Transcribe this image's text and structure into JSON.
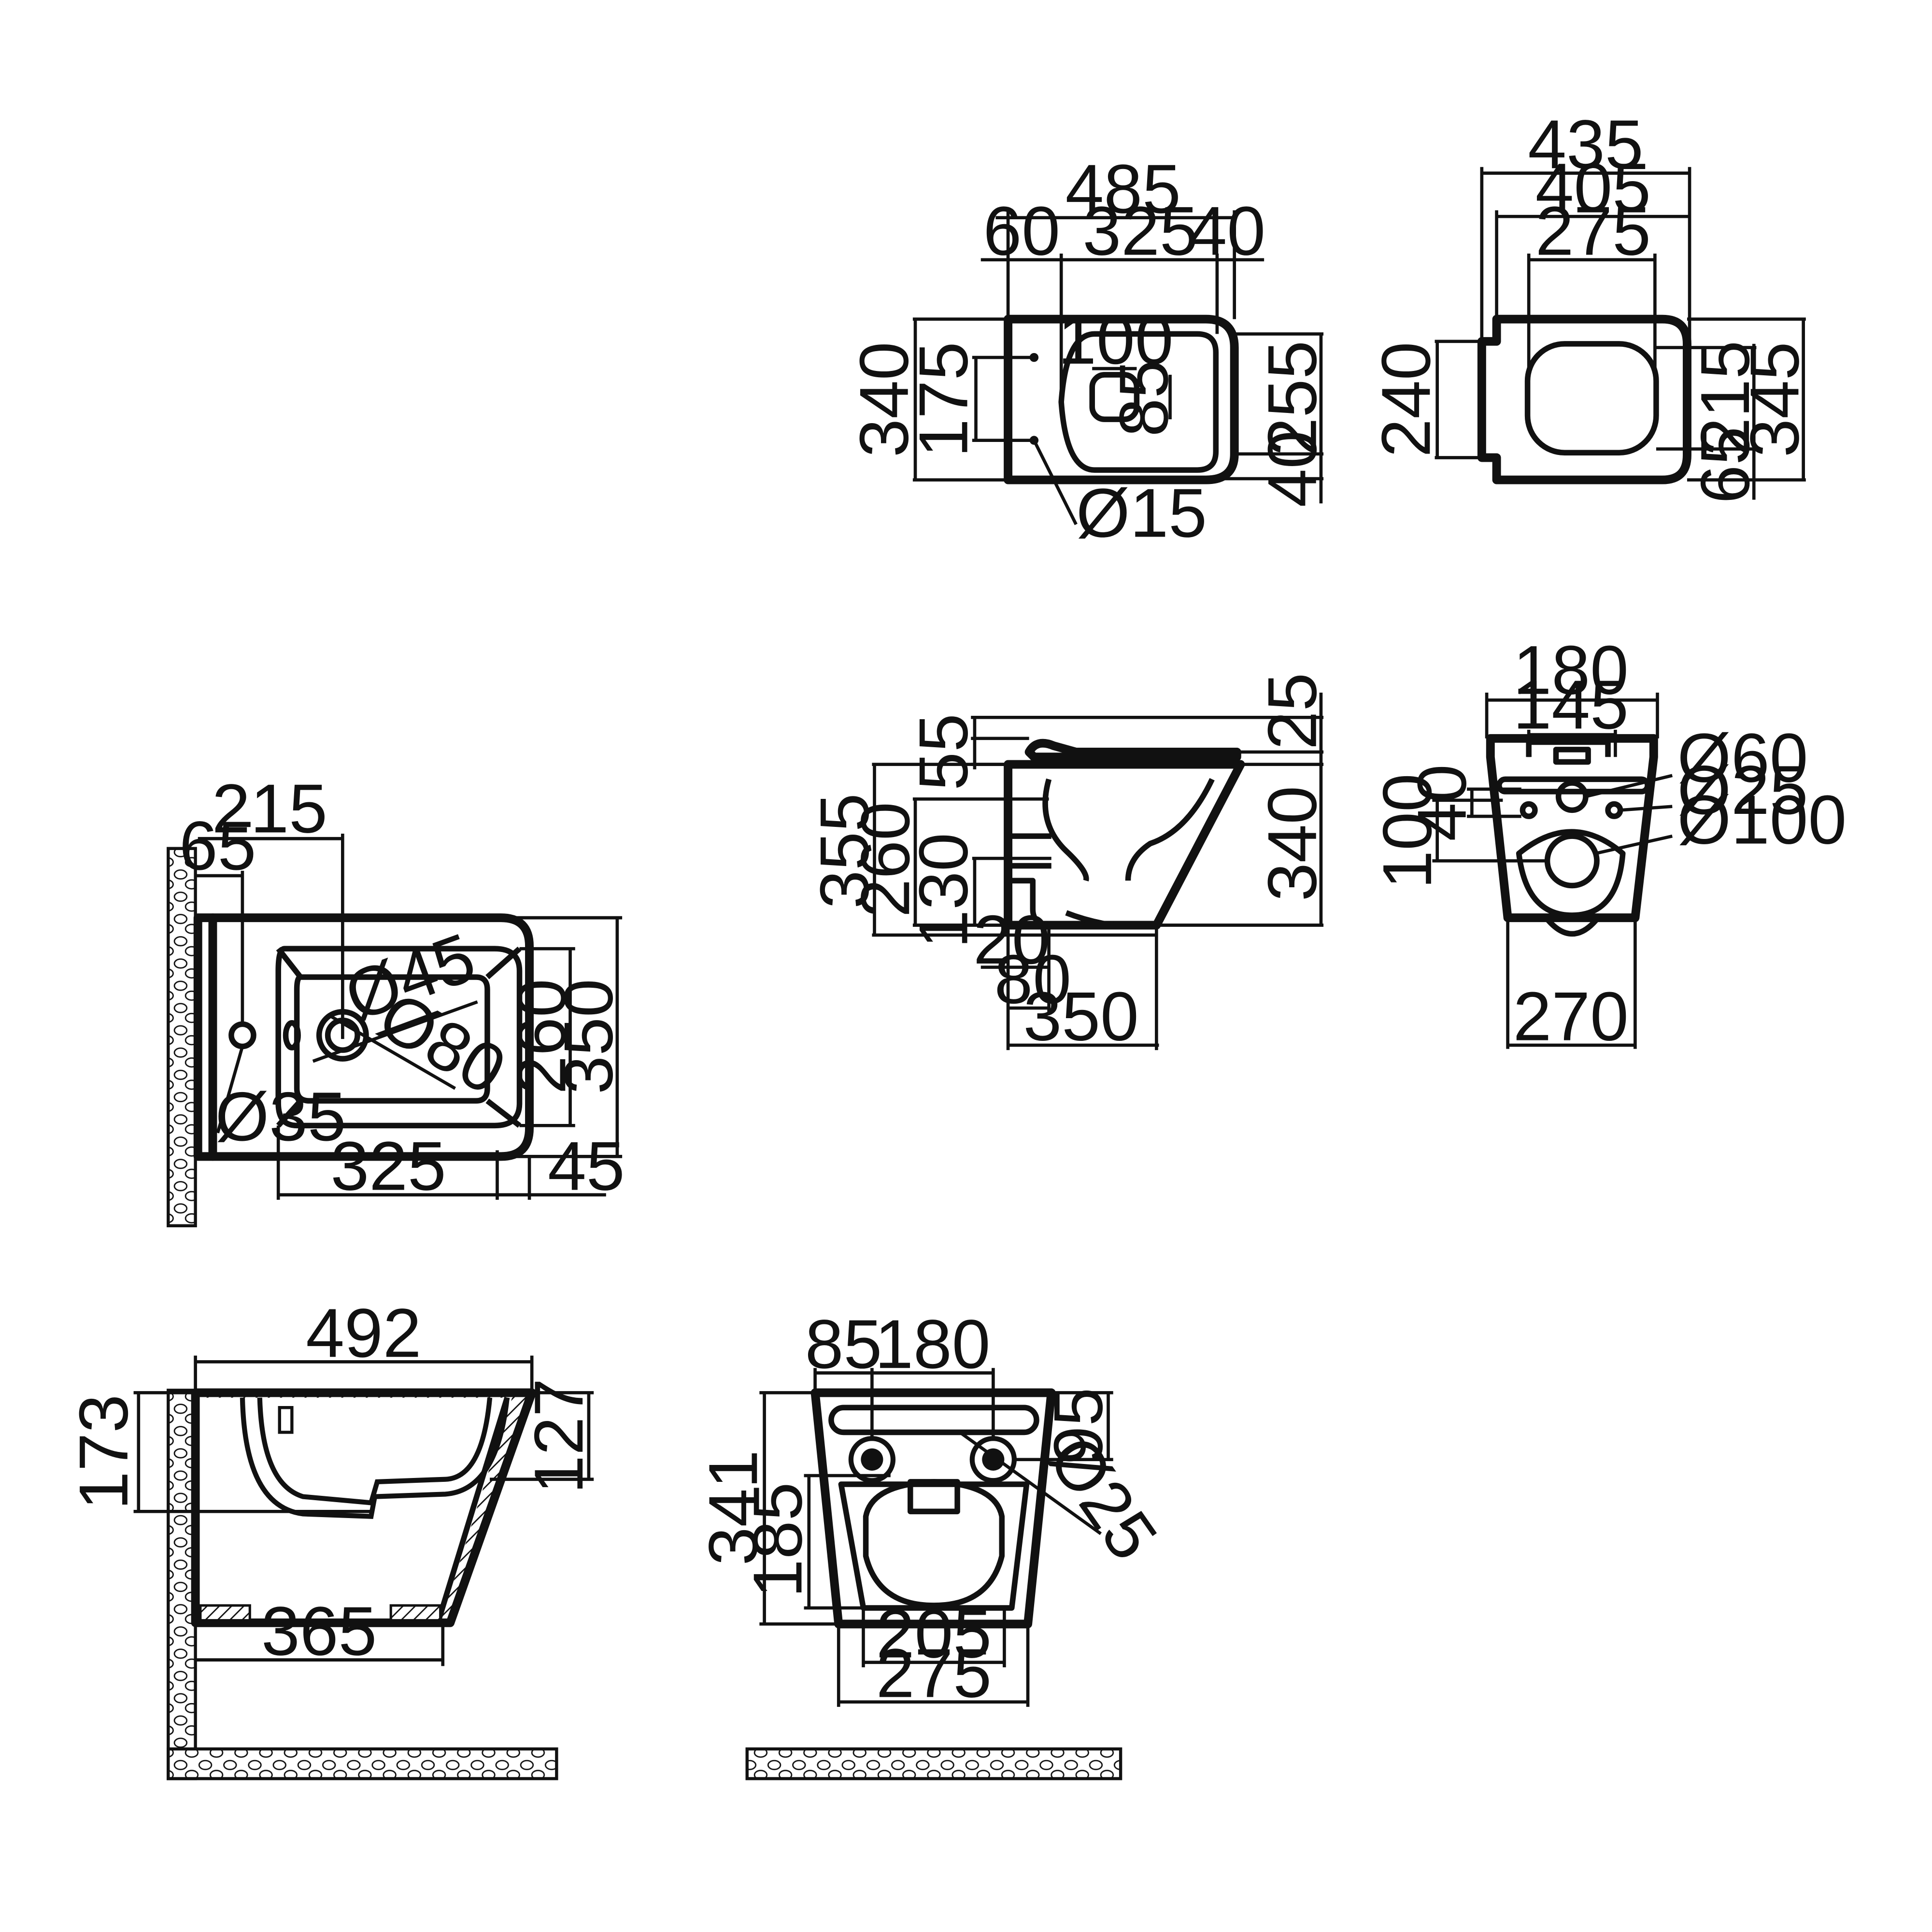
{
  "top_view": {
    "total_length": "485",
    "rear_offset": "60",
    "bowl_length": "325",
    "front_offset": "40",
    "height": "340",
    "mount_spacing": "175",
    "bowl_width": "255",
    "front_margin": "40",
    "outlet_width": "100",
    "outlet_depth": "85",
    "mount_hole": "Ø15"
  },
  "seat_view": {
    "overall_length": "435",
    "seat_length": "405",
    "opening_length": "275",
    "hinge_width": "240",
    "opening_width": "215",
    "seat_width": "345",
    "front_margin": "65"
  },
  "side_view": {
    "seat_thickness": "25",
    "lid_height": "55",
    "total_height": "355",
    "body_height": "260",
    "outlet_height": "130",
    "bowl_height": "340",
    "wall_gap": "20",
    "outlet_offset": "80",
    "projection": "350"
  },
  "rear_view": {
    "mount_width": "180",
    "inlet_width": "145",
    "inlet_diameter": "Ø60",
    "bolt_diameter": "Ø25",
    "outlet_diameter": "Ø100",
    "bolt_offset": "40",
    "outlet_height": "100",
    "base_width": "270"
  },
  "bidet_top": {
    "drain_offset": "215",
    "hole_offset": "65",
    "drain_diameter": "Ø45",
    "flange_diameter": "Ø80",
    "tap_hole": "Ø35",
    "bowl_width": "260",
    "total_width": "350",
    "bowl_length": "325",
    "front_margin": "45"
  },
  "bidet_side": {
    "total_length": "492",
    "wall_height": "173",
    "rim_depth": "127",
    "base_length": "365"
  },
  "bidet_rear": {
    "edge_offset": "85",
    "bolt_spacing": "180",
    "bolt_height": "95",
    "total_height": "341",
    "outlet_height": "185",
    "bolt_diameter": "Ø25",
    "base_width": "205",
    "bowl_width": "275"
  }
}
